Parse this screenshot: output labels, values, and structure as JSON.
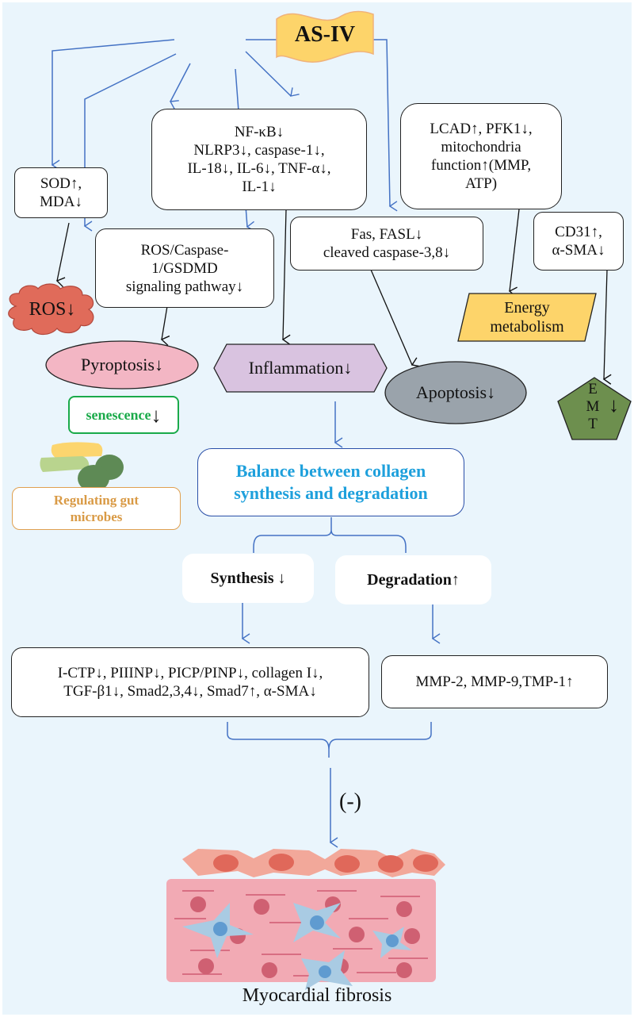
{
  "title": "AS-IV",
  "colors": {
    "background": "#eaf5fc",
    "flow_arrow": "#4472c4",
    "node_border": "#222222",
    "asiv_flag": "#fdd46a",
    "ros_cloud": "#e06b5a",
    "pyroptosis": "#f3b6c4",
    "inflammation": "#d9c3e0",
    "apoptosis": "#9aa3ab",
    "energy": "#fdd46a",
    "emt": "#6d8f4e",
    "senescence_text": "#1aaa4a",
    "gut_text": "#d99a45",
    "balance_text": "#1ea0dc"
  },
  "nodes": {
    "asiv": "AS-IV",
    "sod_mda": [
      "SOD↑,",
      "MDA↓"
    ],
    "ros_pathway": [
      "ROS/Caspase-",
      "1/GSDMD",
      "signaling pathway↓"
    ],
    "nfkb": [
      "NF-κB↓",
      "NLRP3↓, caspase-1↓,",
      "IL-18↓, IL-6↓, TNF-α↓,",
      "IL-1↓"
    ],
    "fas": [
      "Fas, FASL↓",
      "cleaved caspase-3,8↓"
    ],
    "lcad": [
      "LCAD↑, PFK1↓,",
      "mitochondria",
      "function↑(MMP,",
      "ATP)"
    ],
    "cd31": [
      "CD31↑,",
      "α-SMA↓"
    ],
    "ros": "ROS↓",
    "pyroptosis": "Pyroptosis↓",
    "inflammation": "Inflammation↓",
    "apoptosis": "Apoptosis↓",
    "energy": [
      "Energy",
      "metabolism"
    ],
    "emt": [
      "E",
      "M",
      "T"
    ],
    "emt_arrow": "↓",
    "senescence": "senescence",
    "senescence_arrow": "↓",
    "gut": [
      "Regulating gut",
      "microbes"
    ],
    "balance": [
      "Balance between collagen",
      "synthesis and degradation"
    ],
    "synthesis": "Synthesis ↓",
    "degradation": "Degradation↑",
    "synthesis_markers": [
      "I-CTP↓, PIIINP↓, PICP/PINP↓, collagen I↓,",
      "TGF-β1↓, Smad2,3,4↓, Smad7↑, α-SMA↓"
    ],
    "degradation_markers": "MMP-2, MMP-9,TMP-1↑",
    "inhibit": "(-)",
    "outcome": "Myocardial fibrosis"
  }
}
